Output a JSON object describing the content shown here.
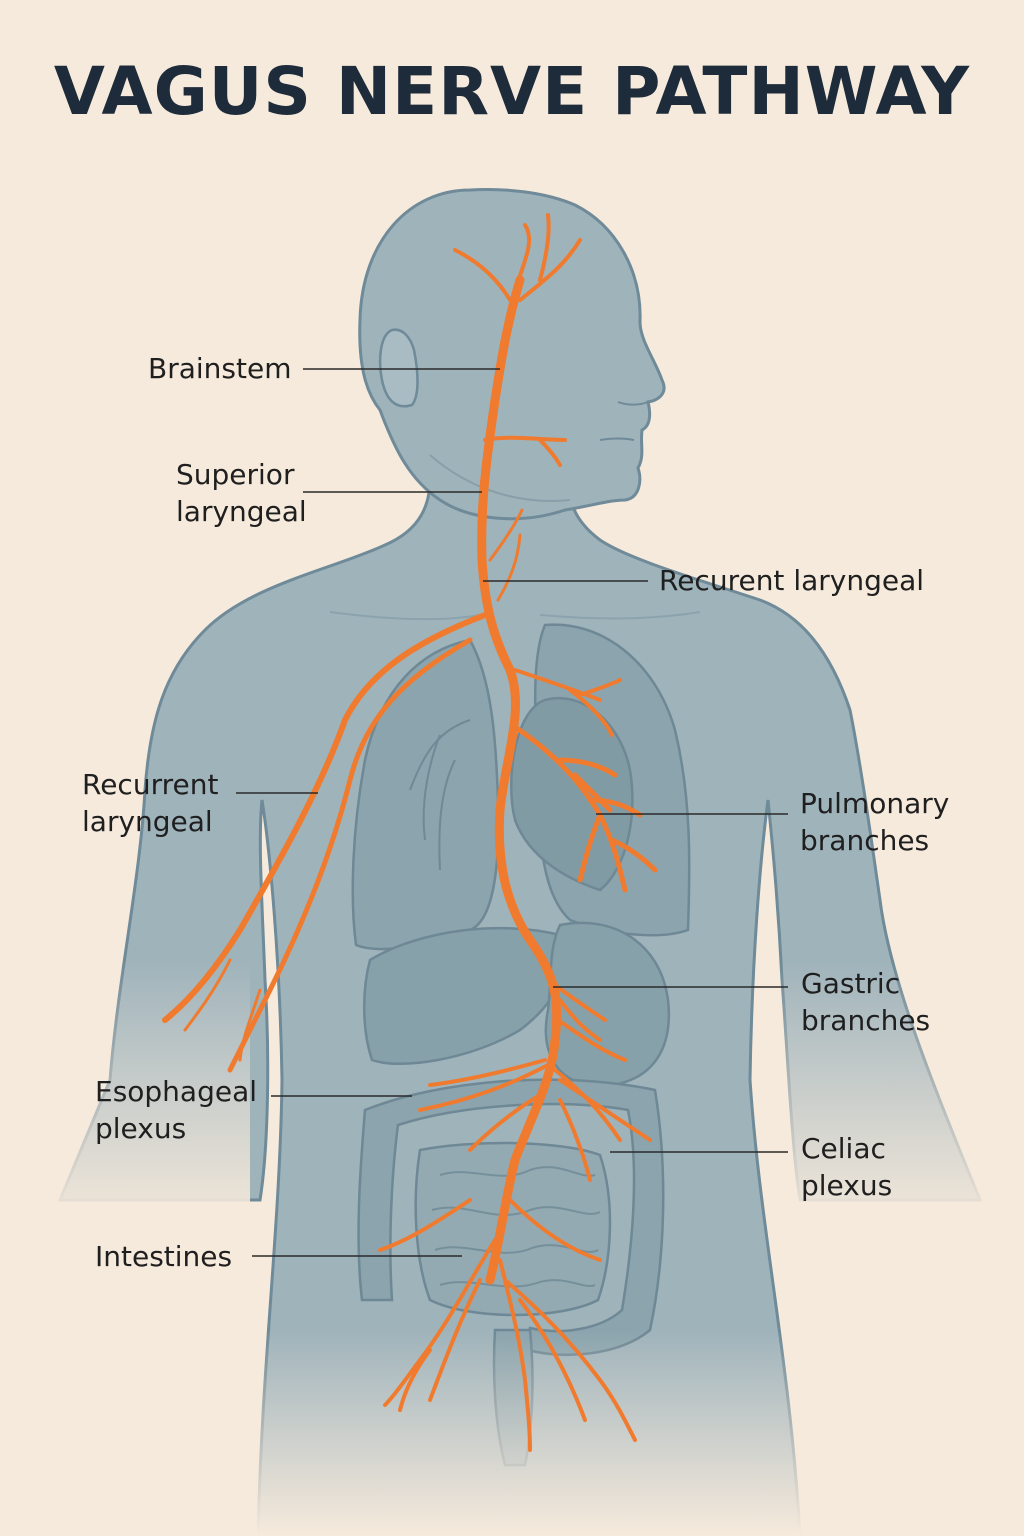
{
  "title": "VAGUS NERVE PATHWAY",
  "colors": {
    "background": "#f6eadc",
    "body_fill": "#9fb3bb",
    "body_outline": "#6f8a98",
    "organ_fill": "#8aa3ad",
    "nerve": "#f07b2e",
    "title": "#1e2b3a"
  },
  "labels": {
    "brainstem": {
      "line1": "Brainstem"
    },
    "superior_laryngeal": {
      "line1": "Superior",
      "line2": "laryngeal"
    },
    "recurent_laryngeal_right": {
      "line1": "Recurent laryngeal"
    },
    "recurrent_laryngeal_left": {
      "line1": "Recurrent",
      "line2": "laryngeal"
    },
    "pulmonary_branches": {
      "line1": "Pulmonary",
      "line2": "branches"
    },
    "gastric_branches": {
      "line1": "Gastric",
      "line2": "branches"
    },
    "esophageal_plexus": {
      "line1": "Esophageal",
      "line2": "plexus"
    },
    "celiac_plexus": {
      "line1": "Celiac",
      "line2": "plexus"
    },
    "intestines": {
      "line1": "Intestines"
    }
  }
}
